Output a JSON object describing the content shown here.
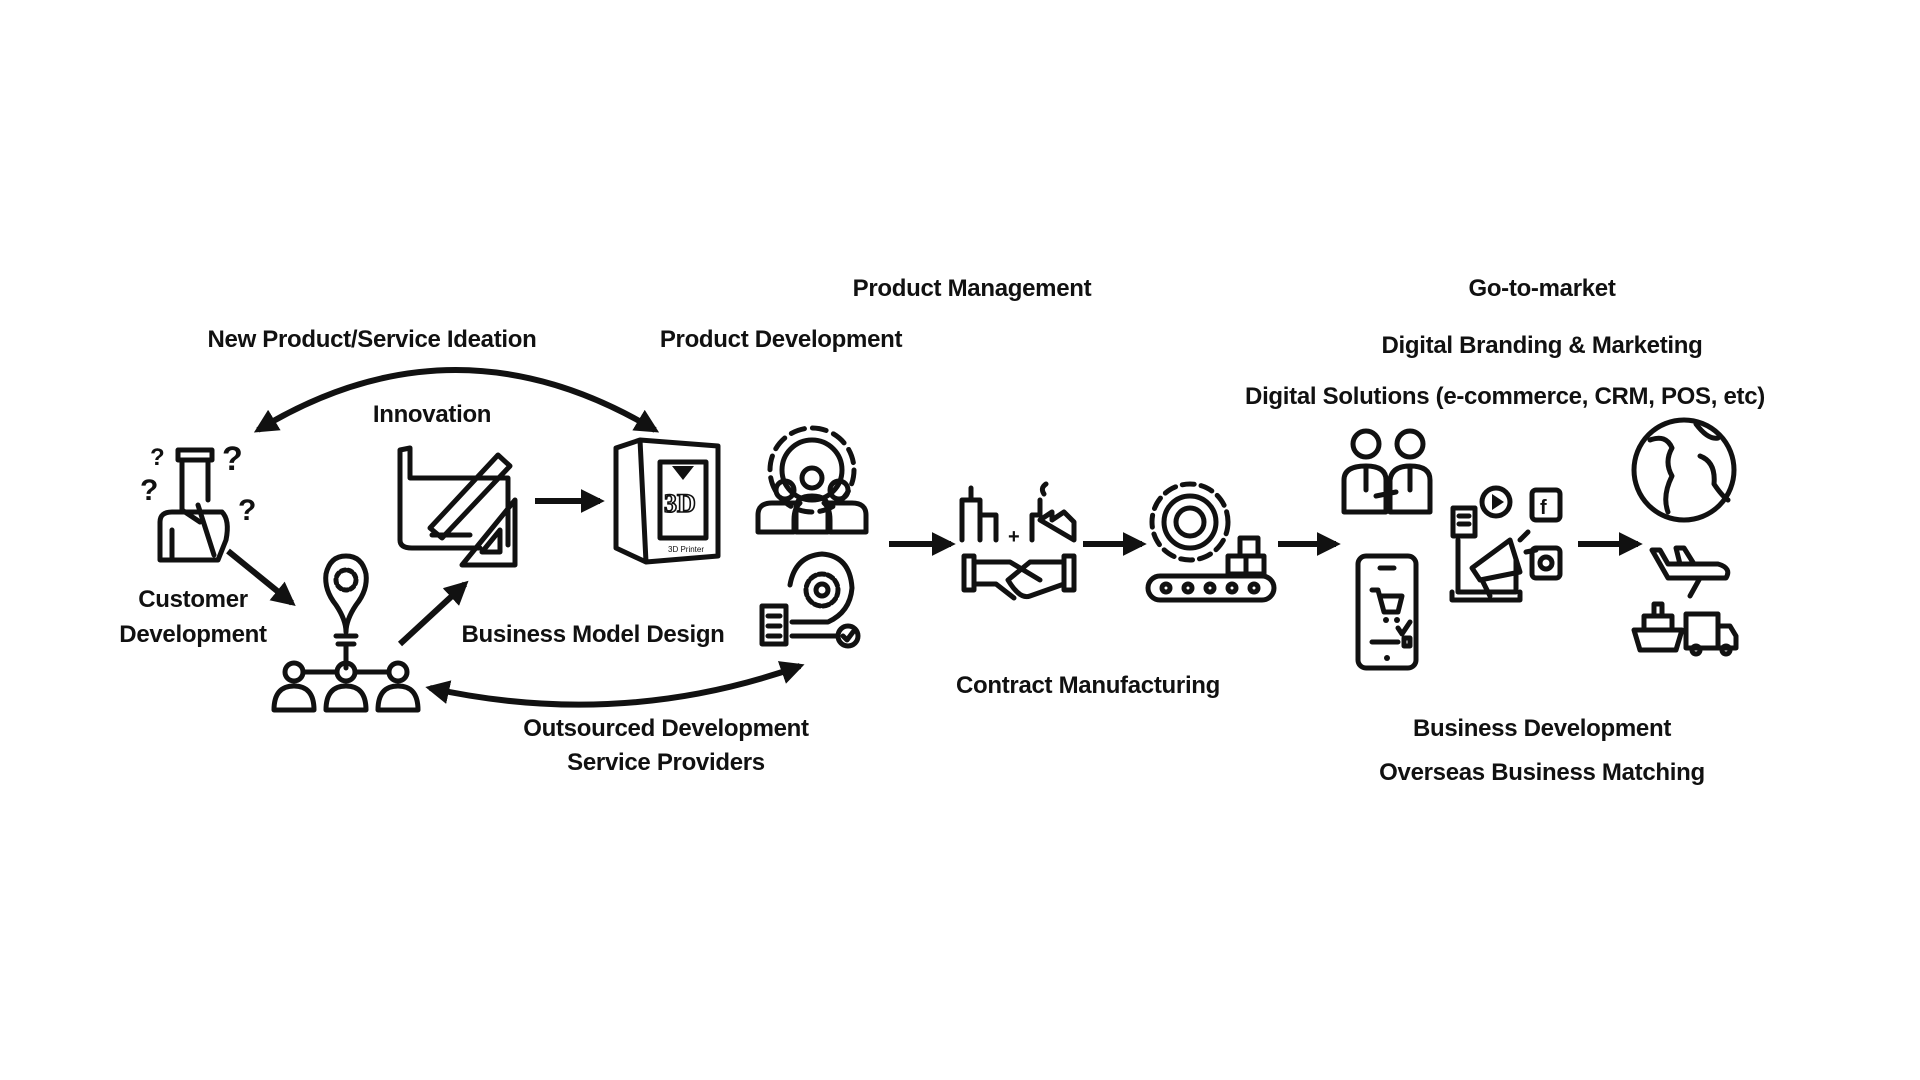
{
  "labels": {
    "product_management": "Product Management",
    "new_product_ideation": "New Product/Service Ideation",
    "product_development": "Product Development",
    "go_to_market": "Go-to-market",
    "digital_branding": "Digital Branding & Marketing",
    "digital_solutions": "Digital Solutions (e-commerce, CRM, POS, etc)",
    "innovation": "Innovation",
    "customer_development_1": "Customer",
    "customer_development_2": "Development",
    "business_model_design": "Business Model Design",
    "outsourced_1": "Outsourced Development",
    "outsourced_2": "Service Providers",
    "contract_manufacturing": "Contract Manufacturing",
    "business_development": "Business Development",
    "overseas_matching": "Overseas Business Matching"
  },
  "icon_text": {
    "printer_3d": "3D",
    "printer_caption": "3D Printer",
    "question": "?"
  },
  "colors": {
    "ink": "#111111",
    "background": "#ffffff"
  }
}
